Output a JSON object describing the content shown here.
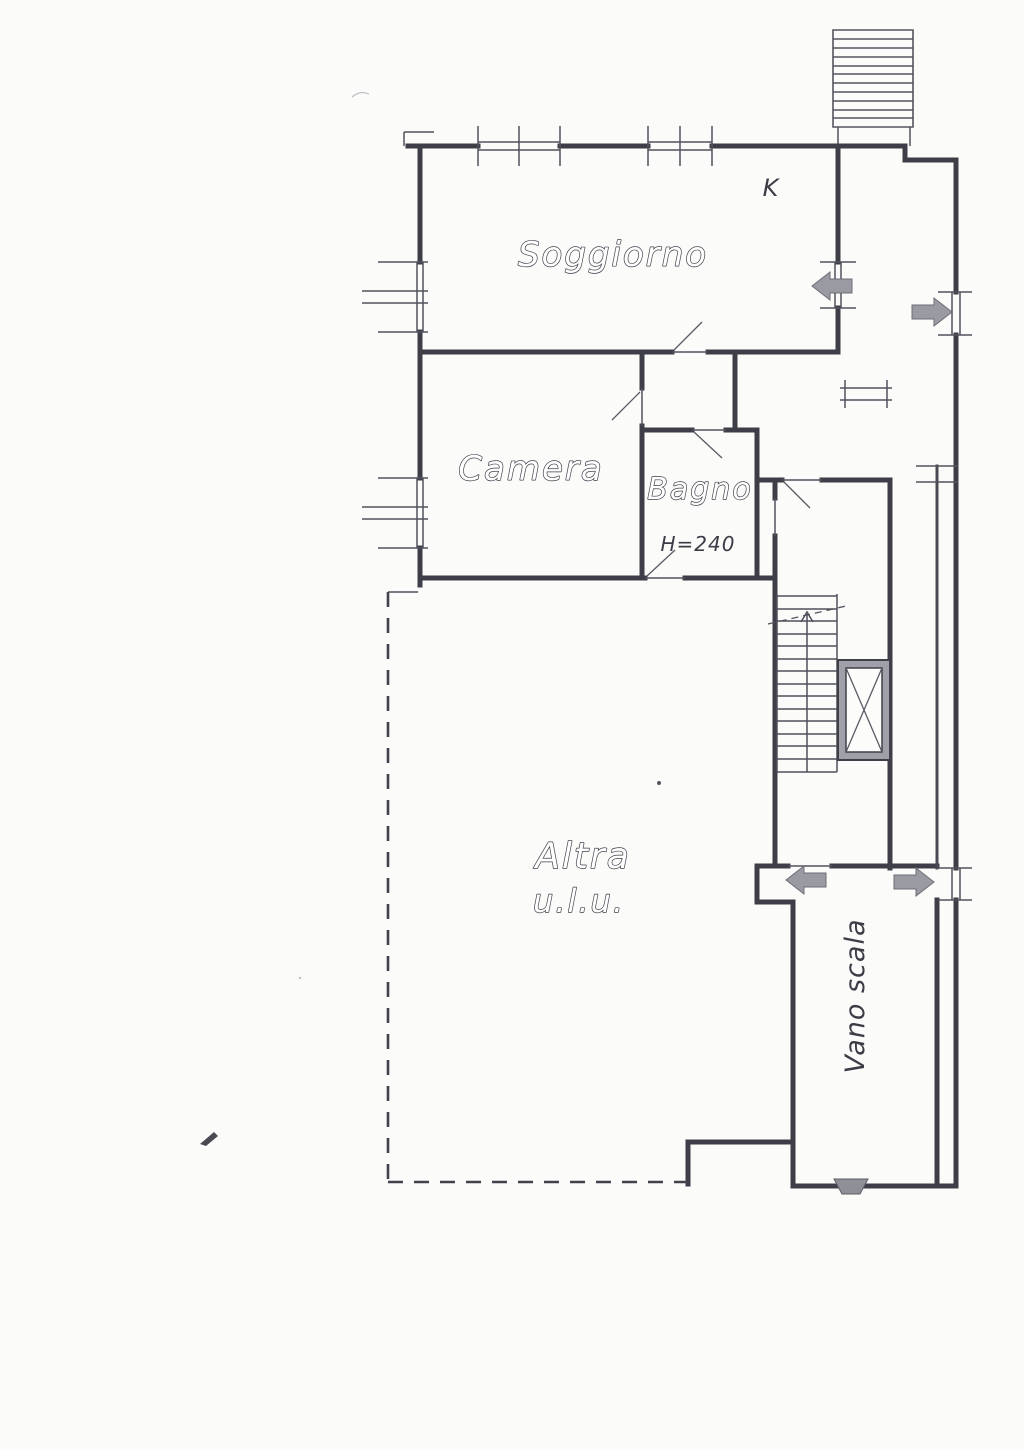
{
  "document": {
    "kind": "scanned architectural floor plan",
    "language": "Italian"
  },
  "rooms": {
    "soggiorno": {
      "label": "Soggiorno"
    },
    "camera": {
      "label": "Camera"
    },
    "bagno": {
      "label": "Bagno",
      "height_note": "H=240"
    },
    "altra": {
      "label_line1": "Altra",
      "label_line2": "u.l.u."
    },
    "vano_scala": {
      "label": "Vano scala"
    },
    "kitchen_marker": {
      "label": "K"
    }
  },
  "symbols": {
    "entrance_arrows": 4,
    "elevator": "shaft with X",
    "stair_flight": "internal stairs with treads",
    "external_stair": "hatched stair block top-right"
  },
  "colors": {
    "paper": "#fbfbfa",
    "wall_ink": "#3e3e48",
    "thin_line": "#52525c",
    "arrow_gray": "#9a9aa2",
    "elevator_gray": "#a0a0a8",
    "text_ink": "#3c3c46"
  }
}
